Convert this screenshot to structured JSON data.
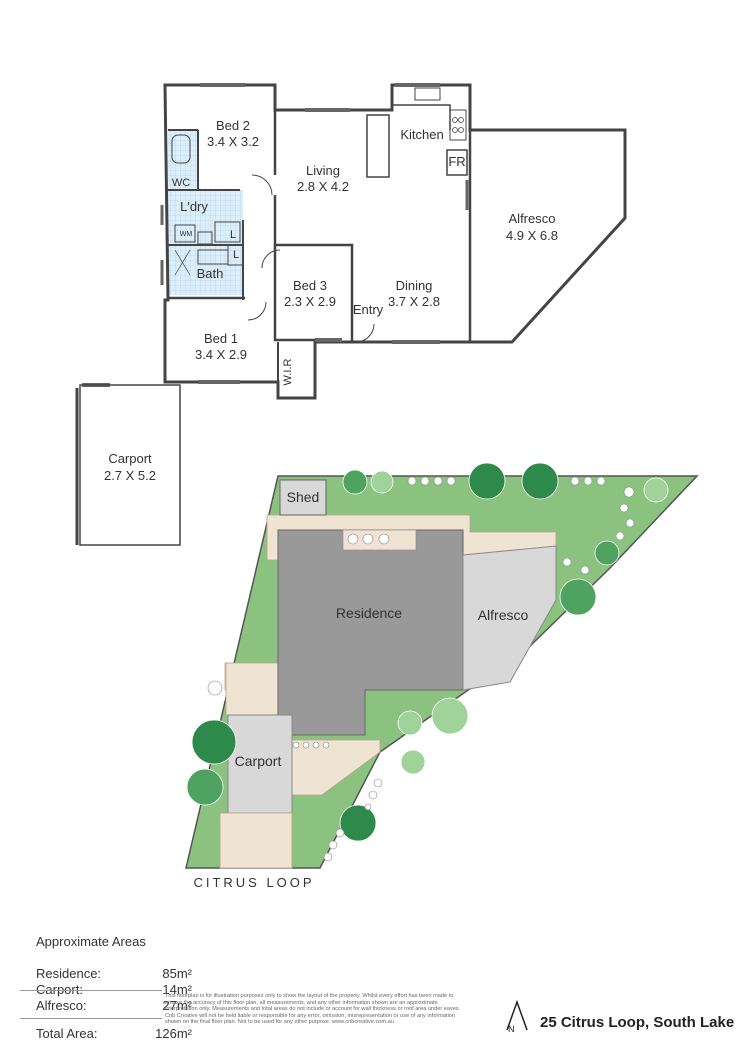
{
  "floorplan": {
    "rooms": [
      {
        "name": "Bed 2",
        "size": "3.4 X 3.2"
      },
      {
        "name": "Living",
        "size": "2.8 X 4.2"
      },
      {
        "name": "Kitchen"
      },
      {
        "name": "FR"
      },
      {
        "name": "Alfresco",
        "size": "4.9 X 6.8"
      },
      {
        "name": "WC"
      },
      {
        "name": "L'dry"
      },
      {
        "name": "WM"
      },
      {
        "name": "L"
      },
      {
        "name": "Bath"
      },
      {
        "name": "Bed 3",
        "size": "2.3 X 2.9"
      },
      {
        "name": "Dining",
        "size": "3.7 X 2.8"
      },
      {
        "name": "Entry"
      },
      {
        "name": "Bed 1",
        "size": "3.4 X 2.9"
      },
      {
        "name": "W.I.R"
      },
      {
        "name": "Carport",
        "size": "2.7 X 5.2"
      }
    ]
  },
  "siteplan": {
    "labels": [
      "Shed",
      "Residence",
      "Alfresco",
      "Carport"
    ],
    "street": "CITRUS LOOP"
  },
  "areas": {
    "title": "Approximate Areas",
    "rows": [
      {
        "label": "Residence:",
        "value": "85m²"
      },
      {
        "label": "Carport:",
        "value": "14m²"
      },
      {
        "label": "Alfresco:",
        "value": "27m²"
      }
    ],
    "total": {
      "label": "Total Area:",
      "value": "126m²"
    }
  },
  "disclaimer": "This floorplan is for illustration purposes only to show the layout of the property. Whilst every effort has been made to ensure the accuracy of this floor plan, all measurements, and any other information shown are an approximate interpretation only. Measurements and total areas do not include or account for wall thickness or roof area under eaves. Crib Creative will not be held liable or responsible for any error, omission, misrepresentation or use of any information shown on the final floor plan. Not to be used for any other purpose. www.cribcreative.com.au",
  "compass": "N",
  "address": "25 Citrus Loop, South Lake",
  "colors": {
    "lawn": "#8cc27f",
    "path": "#efe3d1",
    "residence": "#999999",
    "alfresco": "#d8d8d8",
    "tree_dark": "#2e8a4a",
    "tree_mid": "#4fa360",
    "tree_light": "#9fd39a",
    "wet_area": "#cfe5f5"
  }
}
